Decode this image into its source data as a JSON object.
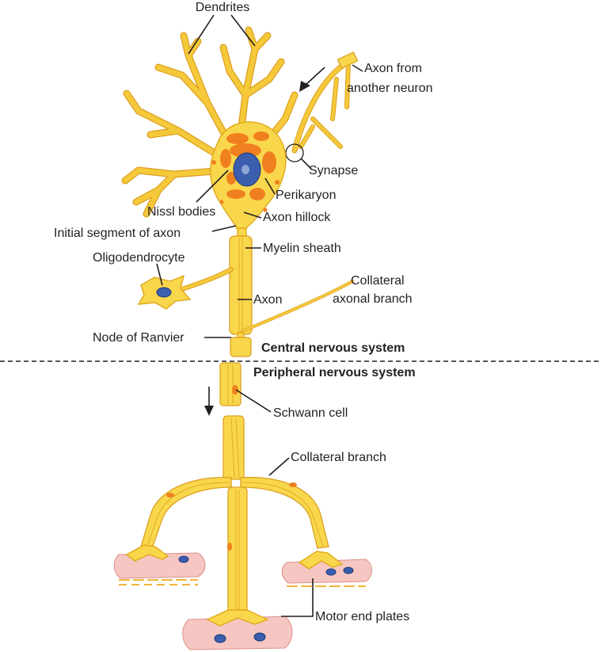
{
  "labels": {
    "dendrites": "Dendrites",
    "axon_from_another_neuron_1": "Axon from",
    "axon_from_another_neuron_2": "another neuron",
    "synapse": "Synapse",
    "perikaryon": "Perikaryon",
    "nissl_bodies": "Nissl bodies",
    "axon_hillock": "Axon hillock",
    "initial_segment": "Initial segment of axon",
    "myelin_sheath": "Myelin sheath",
    "oligodendrocyte": "Oligodendrocyte",
    "collateral_axonal_branch_1": "Collateral",
    "collateral_axonal_branch_2": "axonal branch",
    "axon": "Axon",
    "node_of_ranvier": "Node of Ranvier",
    "central_nervous_system": "Central nervous system",
    "peripheral_nervous_system": "Peripheral nervous system",
    "schwann_cell": "Schwann cell",
    "collateral_branch": "Collateral branch",
    "motor_end_plates": "Motor end plates"
  },
  "colors": {
    "neuron_fill": "#f9d74c",
    "neuron_outline": "#dba020",
    "nissl": "#f07f1f",
    "nucleus": "#3b5fae",
    "muscle": "#f6c7c2",
    "text": "#231f20"
  }
}
